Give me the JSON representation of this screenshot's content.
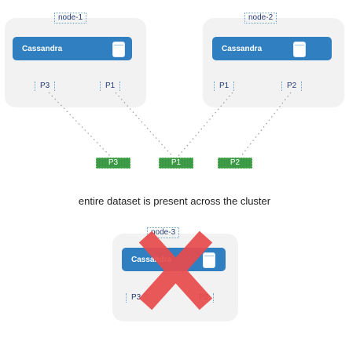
{
  "nodes": [
    {
      "name": "node-1",
      "app": "Cassandra",
      "partitions": [
        "P3",
        "P1"
      ]
    },
    {
      "name": "node-2",
      "app": "Cassandra",
      "partitions": [
        "P1",
        "P2"
      ]
    },
    {
      "name": "node-3",
      "app": "Cassandra",
      "partitions": [
        "P3",
        "P2"
      ]
    }
  ],
  "chips": [
    "P3",
    "P1",
    "P2"
  ],
  "caption": "entire dataset is present across the cluster",
  "colors": {
    "cassandra": "#2f7fc1",
    "partition_chip": "#3c9a47",
    "failure_cross": "#e84c4c",
    "node_background": "#f2f2f2"
  }
}
